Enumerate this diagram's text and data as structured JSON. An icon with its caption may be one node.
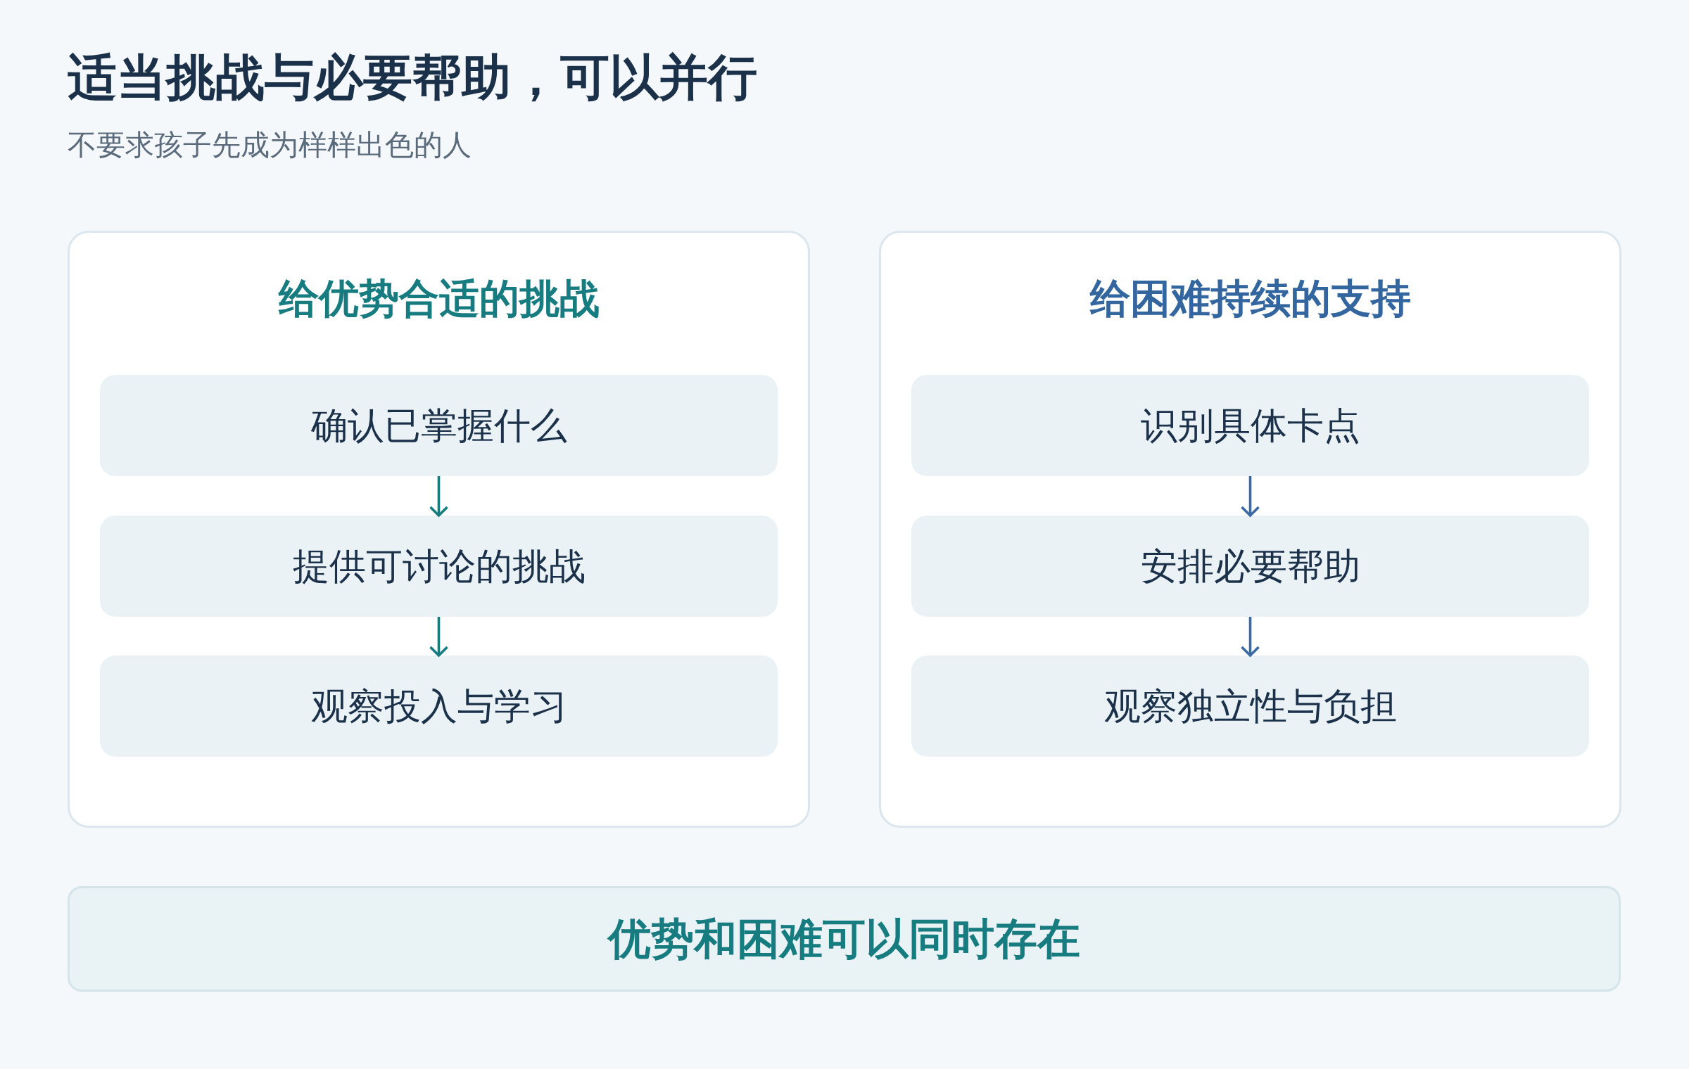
{
  "diagram": {
    "title": "适当挑战与必要帮助，可以并行",
    "nodes": [
      {
        "text": [
          "给优势合适的挑战"
        ]
      },
      {
        "text": [
          "确认已掌握什么"
        ],
        "in": 0
      },
      {
        "text": [
          "提供可讨论的挑战"
        ],
        "in": 0
      },
      {
        "text": [
          "观察投入与学习"
        ],
        "in": 0
      },
      {
        "text": [
          "给困难持续的支持"
        ]
      },
      {
        "text": [
          "识别具体卡点"
        ],
        "in": 4
      },
      {
        "text": [
          "安排必要帮助"
        ],
        "in": 4
      },
      {
        "text": [
          "观察独立性与负担"
        ],
        "in": 4
      },
      {
        "text": [
          "优势和困难可以同时存在"
        ]
      }
    ],
    "edges": [
      {
        "from": 1,
        "to": 2,
        "arrow": "to",
        "color": "#167c80"
      },
      {
        "from": 2,
        "to": 3,
        "arrow": "to",
        "color": "#167c80"
      },
      {
        "from": 5,
        "to": 6,
        "arrow": "to",
        "color": "#3a6aa6"
      },
      {
        "from": 6,
        "to": 7,
        "arrow": "to",
        "color": "#3a6aa6"
      }
    ],
    "labels": [
      "不要求孩子先成为样样出色的人"
    ]
  }
}
